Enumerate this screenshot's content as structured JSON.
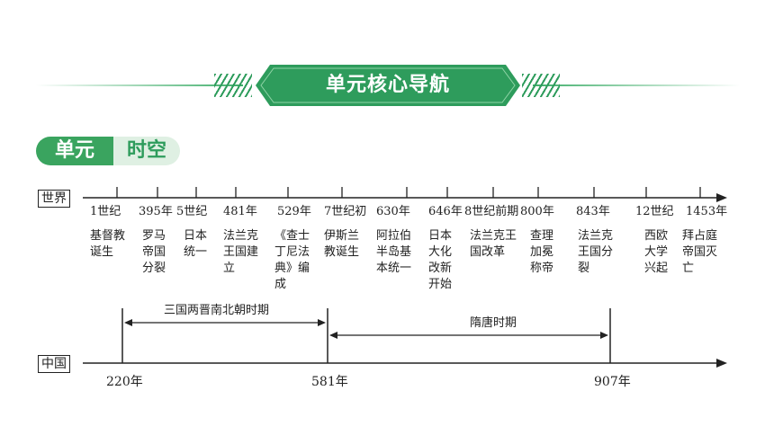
{
  "header": {
    "title": "单元核心导航"
  },
  "unit_badge": {
    "left": "单元",
    "right": "时空"
  },
  "timeline": {
    "world_label": "世界",
    "china_label": "中国",
    "world_events": [
      {
        "date": "1世纪",
        "text": "基督教诞生"
      },
      {
        "date": "395年",
        "text": "罗马帝国分裂"
      },
      {
        "date": "5世纪",
        "text": "日本统一"
      },
      {
        "date": "481年",
        "text": "法兰克王国建立"
      },
      {
        "date": "529年",
        "text": "《查士丁尼法典》编成"
      },
      {
        "date": "7世纪初",
        "text": "伊斯兰教诞生"
      },
      {
        "date": "630年",
        "text": "阿拉伯半岛基本统一"
      },
      {
        "date": "646年",
        "text": "日本大化改新开始"
      },
      {
        "date": "8世纪前期",
        "text": "法兰克王国改革"
      },
      {
        "date": "800年",
        "text": "查理加冕称帝"
      },
      {
        "date": "843年",
        "text": "法兰克王国分裂"
      },
      {
        "date": "12世纪",
        "text": "西欧大学兴起"
      },
      {
        "date": "1453年",
        "text": "拜占庭帝国灭亡"
      }
    ],
    "china_years": [
      "220年",
      "581年",
      "907年"
    ],
    "china_periods": [
      "三国两晋南北朝时期",
      "隋唐时期"
    ]
  }
}
